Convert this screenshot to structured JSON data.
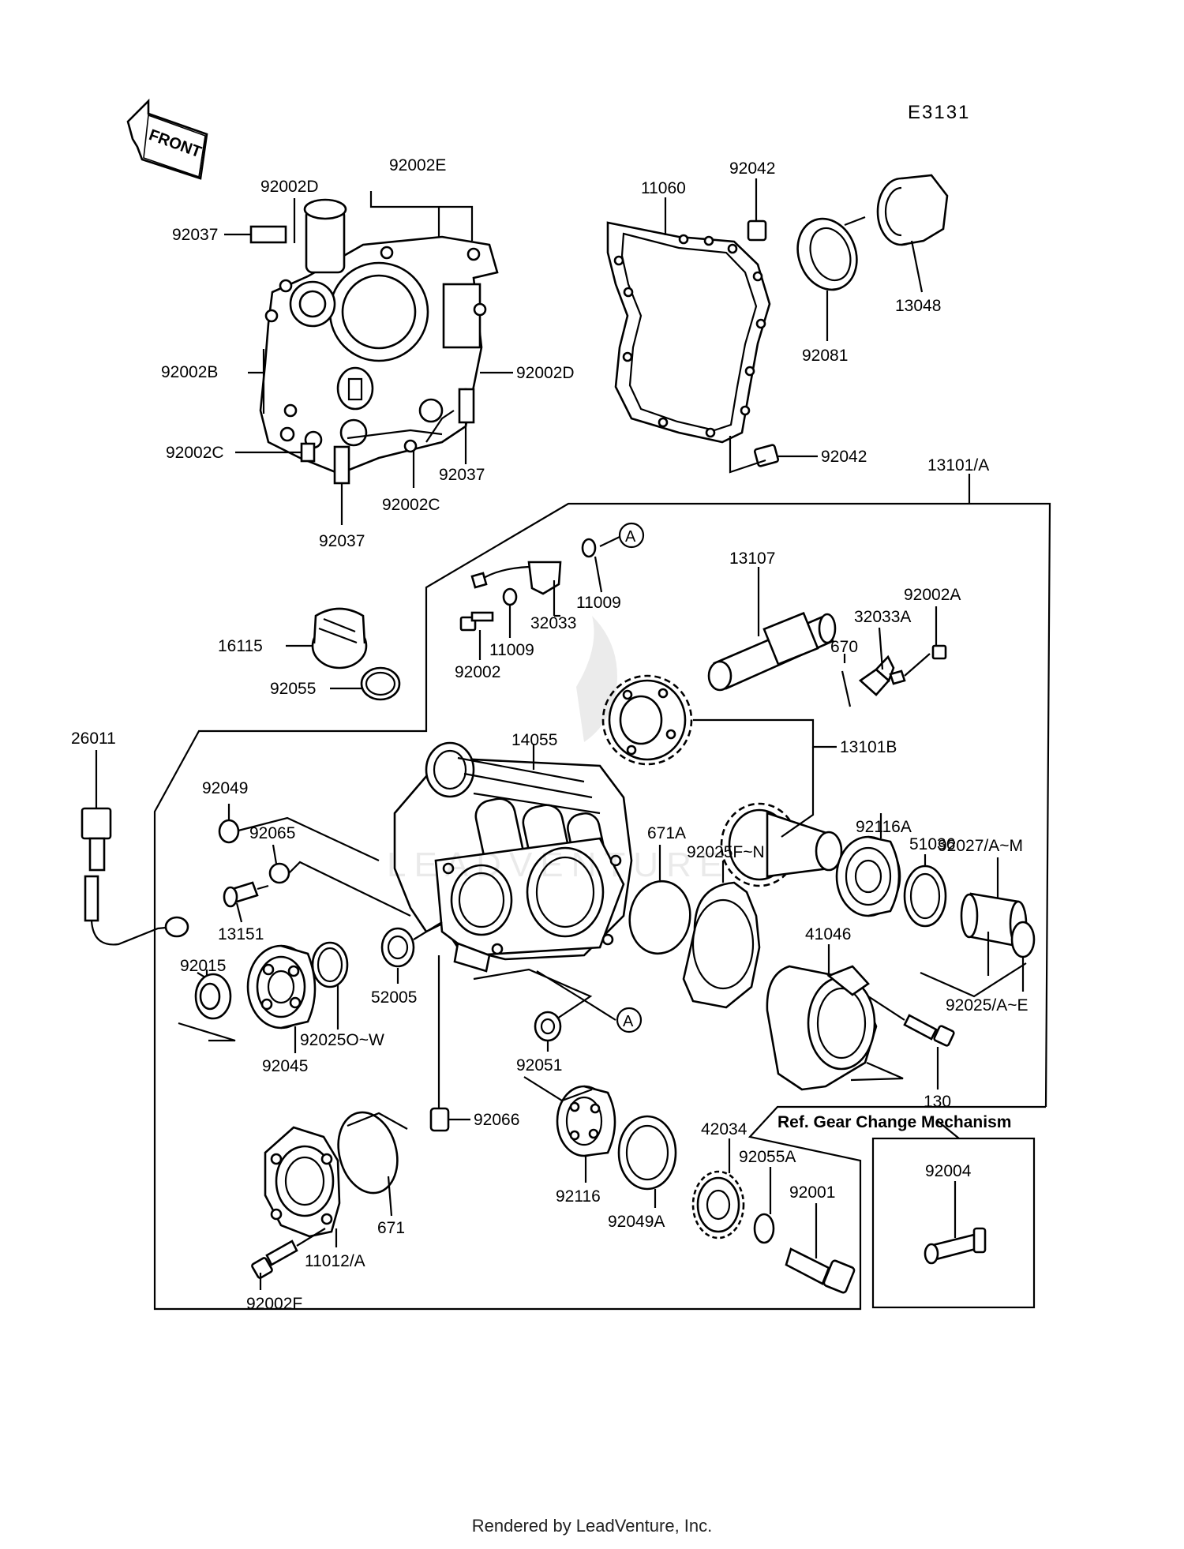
{
  "diagram": {
    "code": "E3131",
    "front_label": "FRONT",
    "ref_note": "Ref. Gear Change Mechanism",
    "callout_letter": "A",
    "labels": {
      "p92002E": "92002E",
      "p92002D_top": "92002D",
      "p92037_left": "92037",
      "p92002B": "92002B",
      "p92002D_right": "92002D",
      "p92002C_left": "92002C",
      "p92037_right": "92037",
      "p92002C_bottom": "92002C",
      "p92037_bottom": "92037",
      "p11060": "11060",
      "p92042_top": "92042",
      "p13048": "13048",
      "p92081": "92081",
      "p92042_bottom": "92042",
      "p13101A": "13101/A",
      "p11009_right": "11009",
      "p32033": "32033",
      "p11009_mid": "11009",
      "p92002": "92002",
      "p13107": "13107",
      "p92002A": "92002A",
      "p32033A": "32033A",
      "p670": "670",
      "p16115": "16115",
      "p92055": "92055",
      "p14055": "14055",
      "p13101B": "13101B",
      "p26011": "26011",
      "p92049": "92049",
      "p92065": "92065",
      "p92116A": "92116A",
      "p51036": "51036",
      "p92027": "92027/A~M",
      "p671A": "671A",
      "p92025FN": "92025F~N",
      "p13151": "13151",
      "p41046": "41046",
      "p92015": "92015",
      "p52005": "52005",
      "p92025OW": "92025O~W",
      "p92045": "92045",
      "p92025AE": "92025/A~E",
      "p92051": "92051",
      "p130": "130",
      "p92066": "92066",
      "p42034": "42034",
      "p92055A": "92055A",
      "p92116": "92116",
      "p92049A": "92049A",
      "p92001": "92001",
      "p92004": "92004",
      "p671": "671",
      "p11012A": "11012/A",
      "p92002F": "92002F"
    }
  },
  "footer": {
    "text": "Rendered by LeadVenture, Inc."
  }
}
